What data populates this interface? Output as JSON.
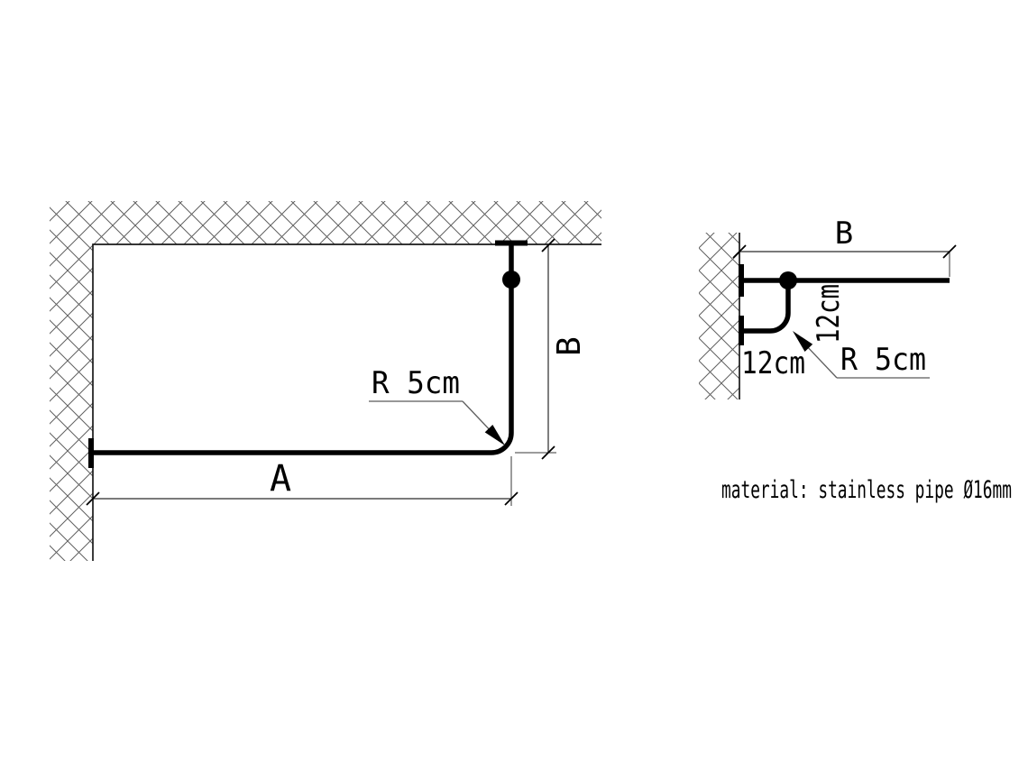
{
  "front_view": {
    "width_label": "A",
    "height_label": "B",
    "radius_label": "R 5cm"
  },
  "side_view": {
    "depth_label": "B",
    "drop_label": "12cm",
    "offset_label": "12cm",
    "radius_label": "R 5cm"
  },
  "material_note": "material: stainless pipe Ø16mm",
  "colors": {
    "line": "#000000",
    "hatch": "#606060",
    "background": "#ffffff"
  }
}
